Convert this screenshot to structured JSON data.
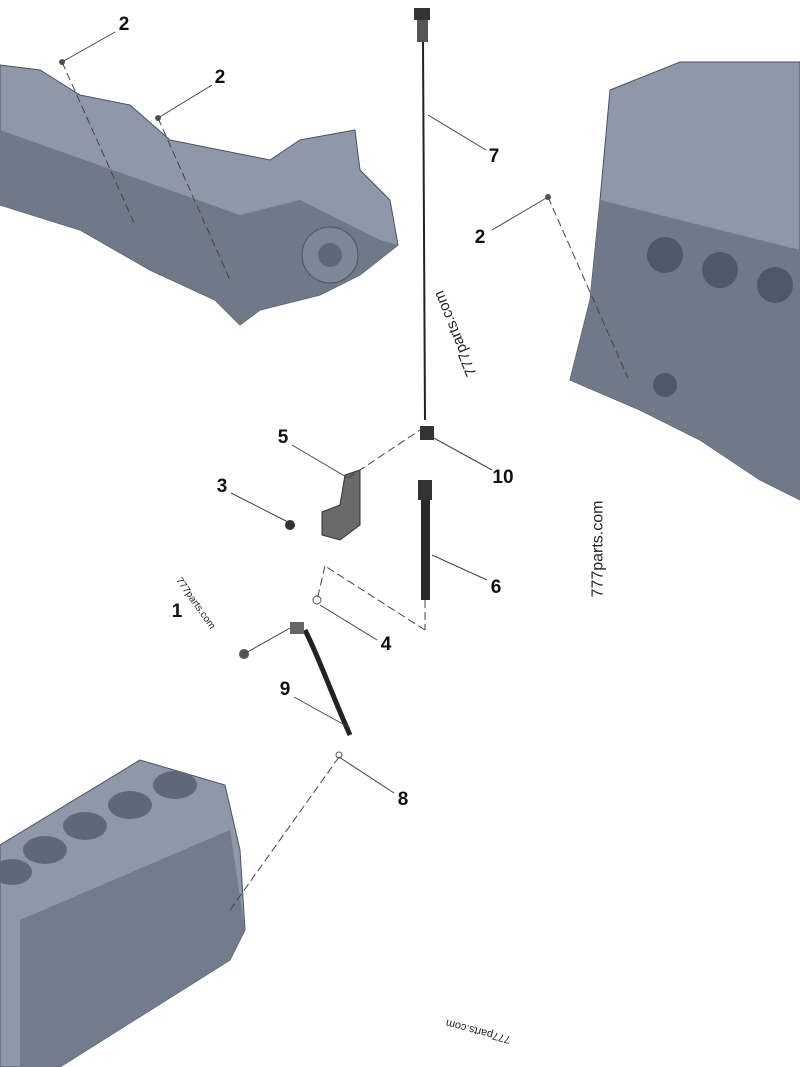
{
  "callouts": [
    {
      "id": "c2a",
      "label": "2"
    },
    {
      "id": "c2b",
      "label": "2"
    },
    {
      "id": "c2c",
      "label": "2"
    },
    {
      "id": "c7",
      "label": "7"
    },
    {
      "id": "c5",
      "label": "5"
    },
    {
      "id": "c10",
      "label": "10"
    },
    {
      "id": "c3",
      "label": "3"
    },
    {
      "id": "c6",
      "label": "6"
    },
    {
      "id": "c1",
      "label": "1"
    },
    {
      "id": "c4",
      "label": "4"
    },
    {
      "id": "c9",
      "label": "9"
    },
    {
      "id": "c8",
      "label": "8"
    }
  ],
  "watermarks": [
    "777parts.com",
    "777parts.com",
    "777parts.com",
    "777parts.com"
  ],
  "colors": {
    "block": "#8e98a8",
    "block_dark": "#5f6878",
    "part": "#2a2a2a",
    "leader": "#444444"
  }
}
